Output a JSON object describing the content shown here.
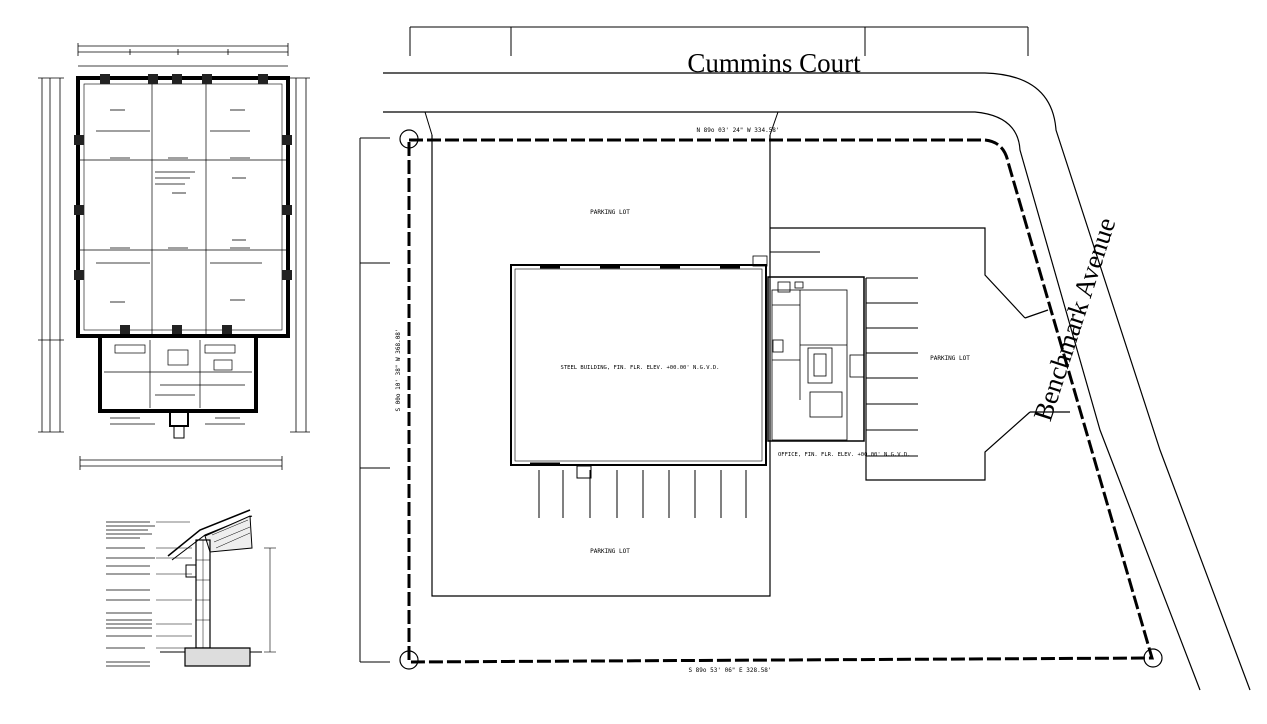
{
  "streets": {
    "top": "Cummins Court",
    "right": "Benchmark Avenue"
  },
  "site": {
    "bearing_top": "N 89o 03' 24\" W 334.58'",
    "bearing_left": "S 00o 10' 38\" W 368.08'",
    "bearing_bottom": "S 89o 53' 06\" E 328.58'",
    "parking_top": "PARKING LOT",
    "parking_bottom": "PARKING LOT",
    "parking_right": "PARKING LOT",
    "steel_building": "STEEL BUILDING, FIN. FLR. ELEV. +00.00' N.G.V.D.",
    "office": "OFFICE, FIN. FLR. ELEV. +00.00' N.G.V.D."
  }
}
